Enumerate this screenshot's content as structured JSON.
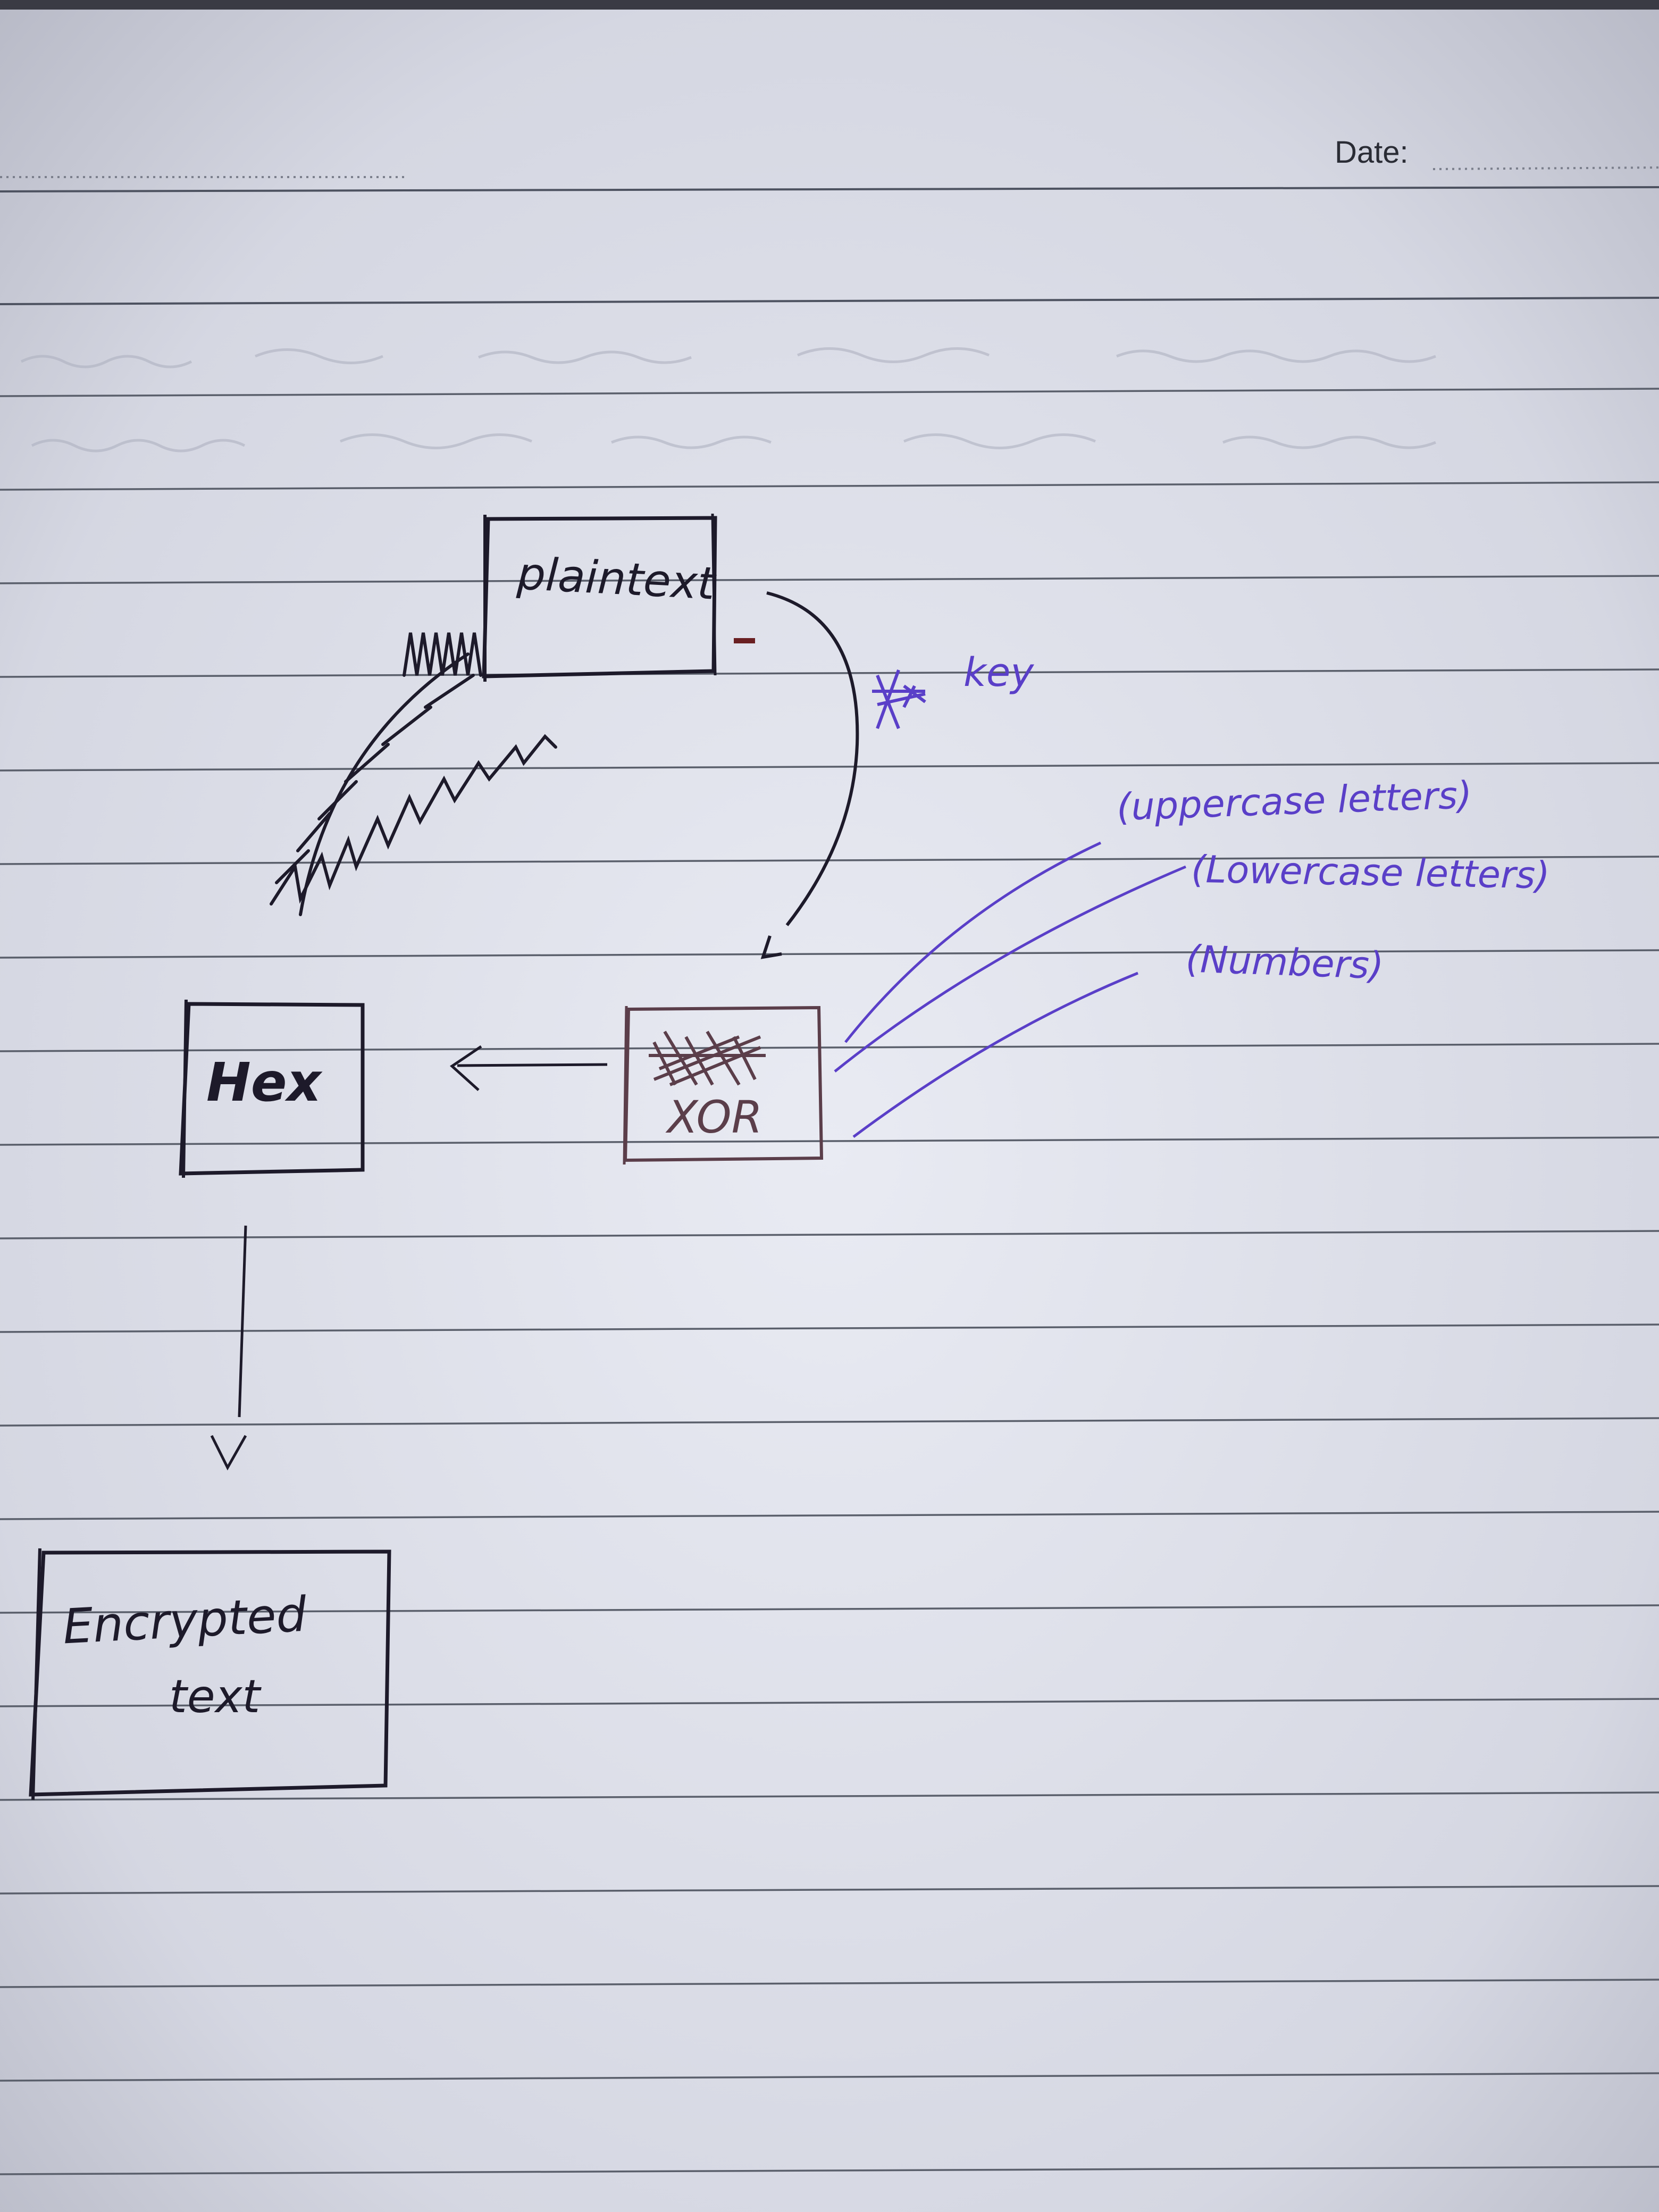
{
  "header": {
    "date_label": "Date:"
  },
  "diagram": {
    "nodes": {
      "plaintext": "plaintext",
      "xor": "XOR",
      "hex": "Hex",
      "encrypted_line1": "Encrypted",
      "encrypted_line2": "text"
    },
    "edge_labels": {
      "key": "key"
    },
    "key_options": [
      "(uppercase letters)",
      "(Lowercase letters)",
      "(Numbers)"
    ]
  },
  "colors": {
    "paper": "#d9dbe6",
    "ruled_line": "#5a5f6b",
    "black_ink": "#1d1a2a",
    "blue_ink": "#5a3fc8",
    "xor_box_ink": "#5b3e4a"
  }
}
